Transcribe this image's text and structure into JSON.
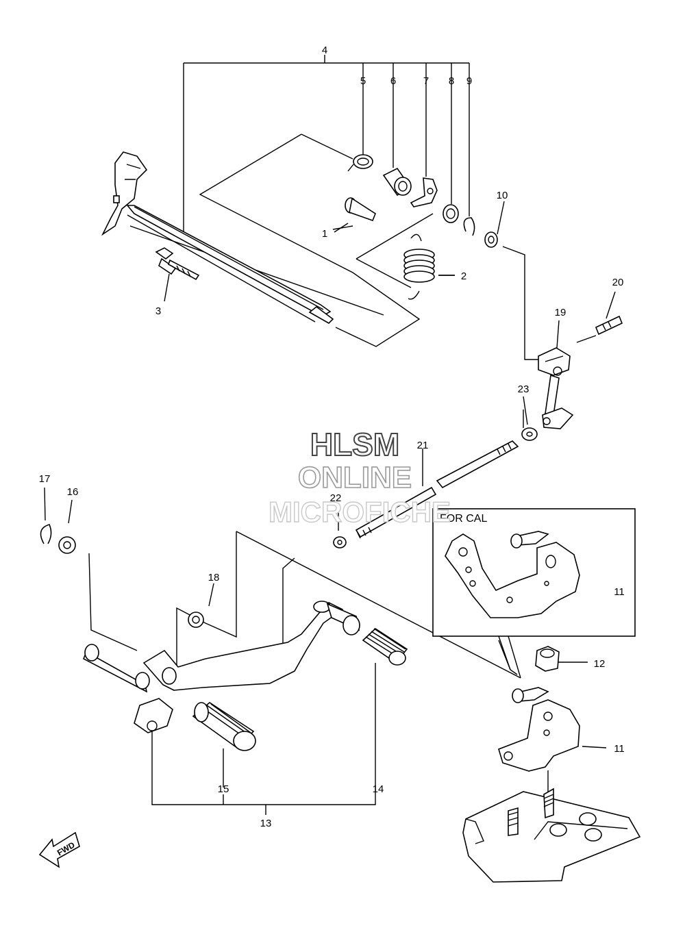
{
  "callouts": {
    "c1": "1",
    "c2": "2",
    "c3": "3",
    "c4": "4",
    "c5": "5",
    "c6": "6",
    "c7": "7",
    "c8": "8",
    "c9": "9",
    "c10": "10",
    "c11a": "11",
    "c11b": "11",
    "c12": "12",
    "c13": "13",
    "c14": "14",
    "c15": "15",
    "c16": "16",
    "c17": "17",
    "c18": "18",
    "c19": "19",
    "c20": "20",
    "c21": "21",
    "c22": "22",
    "c23": "23"
  },
  "inset": {
    "title": "FOR CAL"
  },
  "watermark": {
    "line1": "HLSM",
    "line2": "ONLINE",
    "line3": "MICROFICHE"
  },
  "direction_badge": "FWD"
}
